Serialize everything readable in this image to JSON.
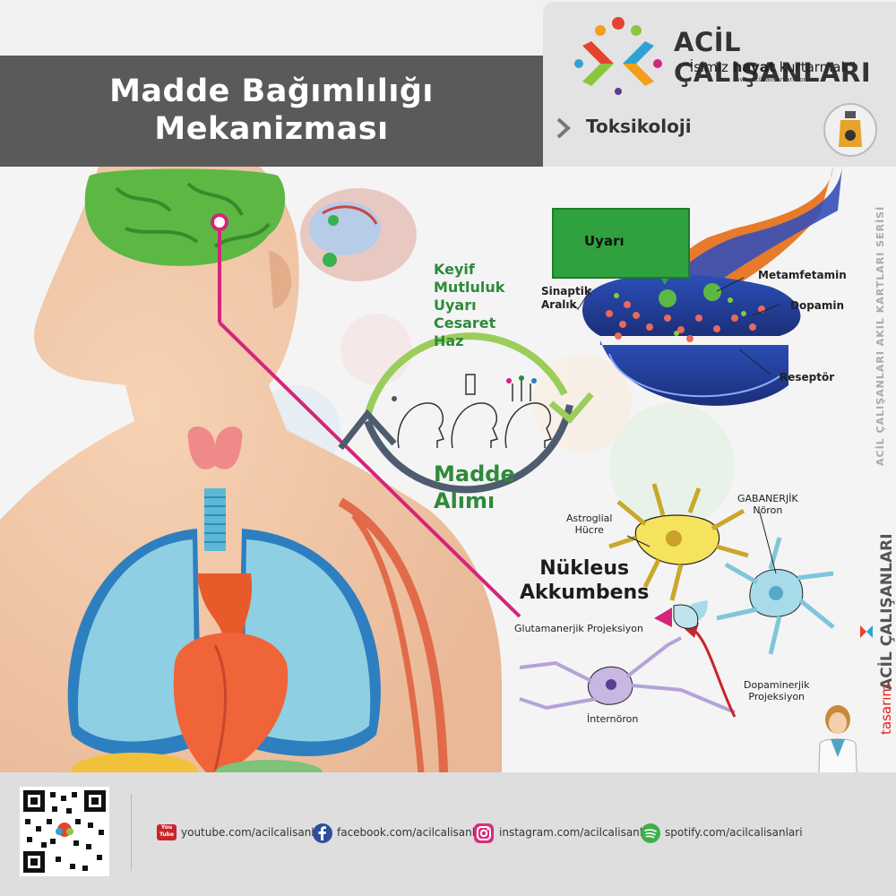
{
  "header": {
    "title_line1": "Madde Bağımlılığı",
    "title_line2": "Mekanizması"
  },
  "brand": {
    "name": "ACİL ÇALIŞANLARI",
    "slogan_pre": "“İşimiz ",
    "slogan_bold": "hayat",
    "slogan_post": " kurtarmak”",
    "url": "www.acilcalisanlari.com",
    "category": "Toksikoloji"
  },
  "cycle": {
    "effects": [
      "Keyif",
      "Mutluluk",
      "Uyarı",
      "Cesaret",
      "Haz"
    ],
    "intake_line1": "Madde",
    "intake_line2": "Alımı"
  },
  "synapse": {
    "stimulus": "Uyarı",
    "synaptic_gap_line1": "Sinaptik",
    "synaptic_gap_line2": "Aralık",
    "methamphetamine": "Metamfetamin",
    "dopamine": "Dopamin",
    "receptor": "Reseptör"
  },
  "neurons": {
    "nucleus_line1": "Nükleus",
    "nucleus_line2": "Akkumbens",
    "astroglial_line1": "Astroglial",
    "astroglial_line2": "Hücre",
    "gaba_line1": "GABANERJİK",
    "gaba_line2": "Nöron",
    "glutamatergic": "Glutamanerjik Projeksiyon",
    "dopaminergic_line1": "Dopaminerjik",
    "dopaminergic_line2": "Projeksiyon",
    "interneuron": "İnternöron"
  },
  "side": {
    "series": "ACİL ÇALIŞANLARI AKIL KARTLARI SERİSİ",
    "brand": "ACİL ÇALIŞANLARI",
    "design": "tasarım"
  },
  "footer": {
    "youtube": "youtube.com/acilcalisanlari",
    "facebook": "facebook.com/acilcalisanlari",
    "instagram": "instagram.com/acilcalisanlari",
    "spotify": "spotify.com/acilcalisanlari",
    "youtube_badge": "You Tube"
  },
  "colors": {
    "cycle_green": "#9acd5a",
    "cycle_dark": "#4e5d6e",
    "text_green": "#2f8a3b",
    "pathway_pink": "#d6247a",
    "stimulus_box": "#2fa23f"
  },
  "icons": [
    "logo-icon",
    "chevron-right-icon",
    "poison-bottle-icon",
    "qr-code-icon",
    "youtube-icon",
    "facebook-icon",
    "instagram-icon",
    "spotify-icon",
    "doctor-illustration"
  ]
}
